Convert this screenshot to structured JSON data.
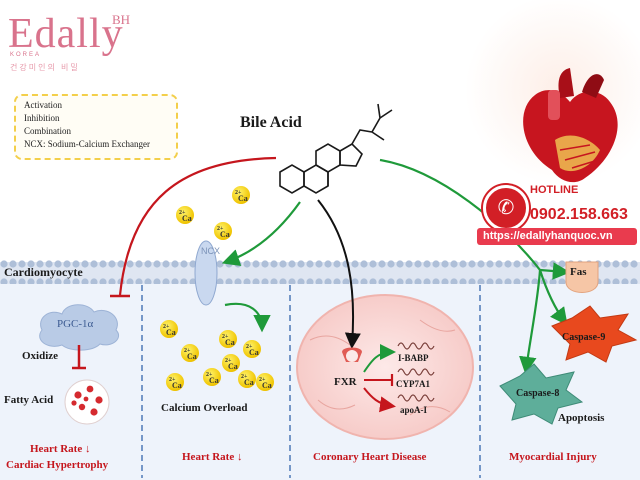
{
  "brand": {
    "name": "Edally",
    "superscript": "BH",
    "subtitle": "KOREA",
    "slogan": "건강미인의 비밀"
  },
  "legend": {
    "activation": "Activation",
    "inhibition": "Inhibition",
    "combination": "Combination",
    "ncx": "NCX: Sodium-Calcium Exchanger"
  },
  "diagram": {
    "bile_acid": "Bile Acid",
    "cardiomyocyte": "Cardiomyocyte",
    "ncx_label": "NCX",
    "ca_label": "Ca",
    "ca_charge": "2+",
    "pgc": "PGC-1α",
    "oxidize": "Oxidize",
    "fatty_acid": "Fatty Acid",
    "calcium_overload": "Calcium Overload",
    "fxr": "FXR",
    "genes": [
      "I-BABP",
      "CYP7A1",
      "apoA-I"
    ],
    "fas": "Fas",
    "caspase9": "Caspase-9",
    "caspase8": "Caspase-8",
    "apoptosis": "Apoptosis"
  },
  "outcomes": {
    "col1_line1": "Heart Rate ↓",
    "col1_line2": "Cardiac Hypertrophy",
    "col2": "Heart Rate ↓",
    "col3": "Coronary Heart Disease",
    "col4": "Myocardial Injury"
  },
  "contact": {
    "hotline_label": "HOTLINE",
    "phone": "0902.158.663",
    "website": "https://edallyhanquoc.vn"
  },
  "colors": {
    "activation": "#1f9a3a",
    "inhibition": "#d0202a",
    "combination": "#111111",
    "membrane": "#aebfd8",
    "brand": "#d9738c",
    "hotline": "#d21f26"
  }
}
